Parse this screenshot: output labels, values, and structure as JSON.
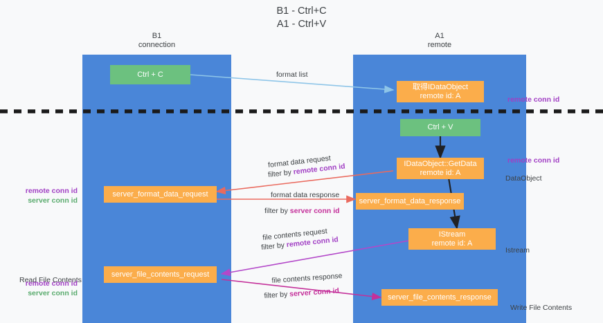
{
  "diagram": {
    "title": "B1 - Ctrl+C\nA1 - Ctrl+V",
    "lanes": [
      {
        "id": "b1",
        "header": "B1\nconnection"
      },
      {
        "id": "a1",
        "header": "A1\nremote"
      }
    ],
    "nodes": [
      {
        "name": "ctrl-c-box",
        "label": "Ctrl + C",
        "color": "#6cc17f"
      },
      {
        "name": "idataobject-box",
        "label": "取得IDataObject\nremote id: A",
        "color": "#fbad4b"
      },
      {
        "name": "ctrl-v-box",
        "label": "Ctrl + V",
        "color": "#6cc17f"
      },
      {
        "name": "getdata-box",
        "label": "IDataObject::GetData\nremote id: A",
        "color": "#fbad4b"
      },
      {
        "name": "server-format-data-request-box",
        "label": "server_format_data_request",
        "color": "#fbad4b"
      },
      {
        "name": "server-format-data-response-box",
        "label": "server_format_data_response",
        "color": "#fbad4b"
      },
      {
        "name": "istream-box",
        "label": "IStream\nremote id: A",
        "color": "#fbad4b"
      },
      {
        "name": "server-file-contents-request-box",
        "label": "server_file_contents_request",
        "color": "#fbad4b"
      },
      {
        "name": "server-file-contents-response-box",
        "label": "server_file_contents_response",
        "color": "#fbad4b"
      }
    ],
    "edge_labels": {
      "format_list": "format list",
      "format_data_request": "format data request",
      "format_data_request_filter_prefix": "filter by ",
      "format_data_request_filter_key": "remote conn id",
      "format_data_response": "format data response",
      "format_data_response_filter_prefix": "filter by ",
      "format_data_response_filter_key": "server conn id",
      "file_contents_request": "file contents request",
      "file_contents_request_filter_prefix": "filter by ",
      "file_contents_request_filter_key": "remote conn id",
      "file_contents_response": "file contents response",
      "file_contents_response_filter_prefix": "filter by ",
      "file_contents_response_filter_key": "server conn id"
    },
    "annotations": {
      "remote_conn_id_top": "remote conn id",
      "remote_conn_id_mid": "remote conn id",
      "dataobject": "DataObject",
      "istream": "Istream",
      "write_file_contents": "Write File Contents",
      "read_file_contents": "Read File Contents",
      "conn_pair_remote": "remote conn id",
      "conn_pair_server": "server conn id"
    },
    "colors": {
      "lane": "#4a86d8",
      "green": "#6cc17f",
      "orange": "#fbad4b",
      "purple": "#a13fc4",
      "magenta": "#c4309a",
      "green_text": "#5aab6e",
      "divider": "#1a1a1a",
      "arrow_blue": "#8ec5e8",
      "arrow_red": "#ea6a5e",
      "arrow_black": "#202124"
    }
  }
}
